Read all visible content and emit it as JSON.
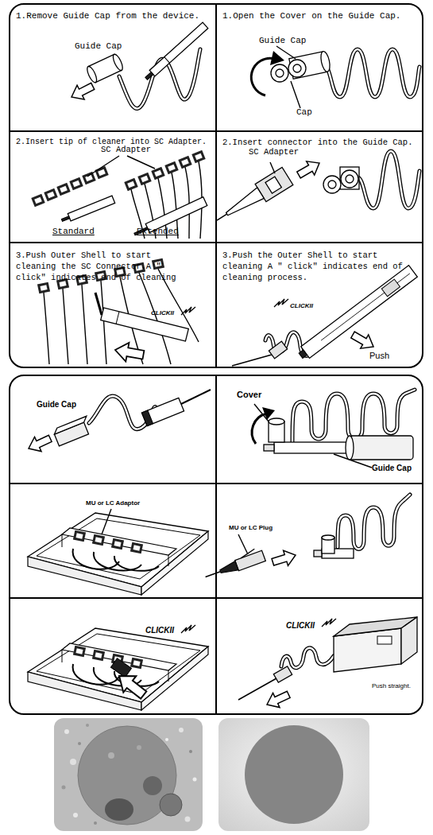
{
  "diagram": {
    "nodes": [
      {
        "text": [
          "1.Remove Guide Cap from the device.",
          "Guide Cap"
        ]
      },
      {
        "text": [
          "1.Open the Cover on the Guide Cap.",
          "Guide Cap",
          "Cap"
        ]
      },
      {
        "text": [
          "2.Insert tip of cleaner into SC Adapter.",
          "SC Adapter",
          "Standard",
          "Extended"
        ]
      },
      {
        "text": [
          "2.Insert connector into the Guide Cap.",
          "SC Adapter"
        ]
      },
      {
        "text": [
          "3.Push Outer Shell to start cleaning the SC Connector.A \" click\" indicates end of cleaning",
          "CLICKII"
        ]
      },
      {
        "text": [
          "3.Push the Outer Shell to start cleaning A \" click\" indicates end of cleaning process.",
          "CLICKII",
          "Push"
        ]
      },
      {
        "text": [
          "Guide Cap"
        ]
      },
      {
        "text": [
          "Cover",
          "Guide Cap"
        ]
      },
      {
        "text": [
          "MU or LC Adaptor"
        ]
      },
      {
        "text": [
          "MU or LC Plug"
        ]
      },
      {
        "text": [
          "CLICKII"
        ]
      },
      {
        "text": [
          "CLICKII",
          "Push straight."
        ]
      }
    ]
  }
}
